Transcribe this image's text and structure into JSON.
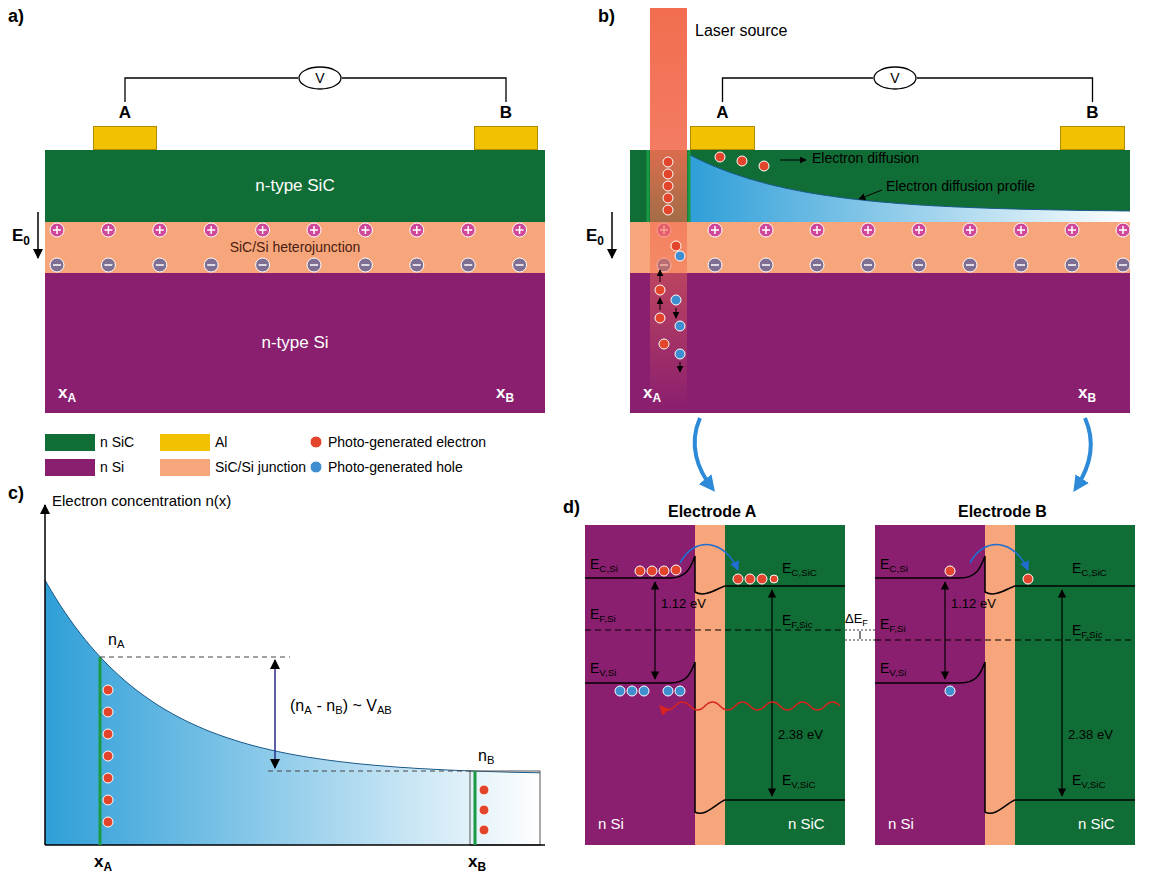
{
  "diagram": {
    "nodes": [
      {
        "text": [
          "A"
        ]
      },
      {
        "text": [
          "B"
        ]
      },
      {
        "text": [
          "V"
        ]
      },
      {
        "text": [
          "n-type SiC"
        ]
      },
      {
        "text": [
          "SiC/Si heterojunction"
        ]
      },
      {
        "text": [
          "n-type Si"
        ]
      },
      {
        "text": [
          "Laser source"
        ]
      },
      {
        "text": [
          "A"
        ]
      },
      {
        "text": [
          "B"
        ]
      },
      {
        "text": [
          "V"
        ]
      }
    ],
    "edges": [
      {
        "from": 2,
        "to": 0,
        "arrow": "none"
      },
      {
        "from": 2,
        "to": 1,
        "arrow": "none"
      },
      {
        "from": 9,
        "to": 7,
        "arrow": "none"
      },
      {
        "from": 9,
        "to": 8,
        "arrow": "none"
      }
    ],
    "labels": [
      "a)",
      "b)",
      "c)",
      "d)",
      "E",
      "0",
      "x",
      "A",
      "x",
      "B",
      "Electron diffusion",
      "Electron diffusion profile",
      "E",
      "0",
      "x",
      "A",
      "x",
      "B",
      "Electron concentration n(x)",
      "n",
      "A",
      "(n",
      "A",
      "- n",
      "B",
      ") ~ V",
      "AB",
      "n",
      "B",
      "x",
      "A",
      "x",
      "B",
      "Electrode A",
      "Electrode B",
      "E",
      "C,Si",
      "1.12 eV",
      "E",
      "F,Si",
      "E",
      "V,Si",
      "E",
      "C,SiC",
      "E",
      "F,Sic",
      "2.38 eV",
      "E",
      "V,SiC",
      "n Si",
      "n SiC",
      "E",
      "C,Si",
      "1.12 eV",
      "E",
      "F,Si",
      "E",
      "V,Si",
      "E",
      "C,SiC",
      "E",
      "F,Sic",
      "2.38 eV",
      "E",
      "V,SiC",
      "n Si",
      "n SiC",
      "ΔE",
      "F"
    ],
    "legend": [
      {
        "text": "n SiC",
        "color": "#116d36"
      },
      {
        "text": "Al",
        "color": "#f2c200"
      },
      {
        "text": "Photo-generated electron"
      },
      {
        "text": "n Si",
        "color": "#8a1f6f"
      },
      {
        "text": "SiC/Si junction",
        "color": "#f7a57b"
      },
      {
        "text": "Photo-generated hole"
      }
    ]
  }
}
